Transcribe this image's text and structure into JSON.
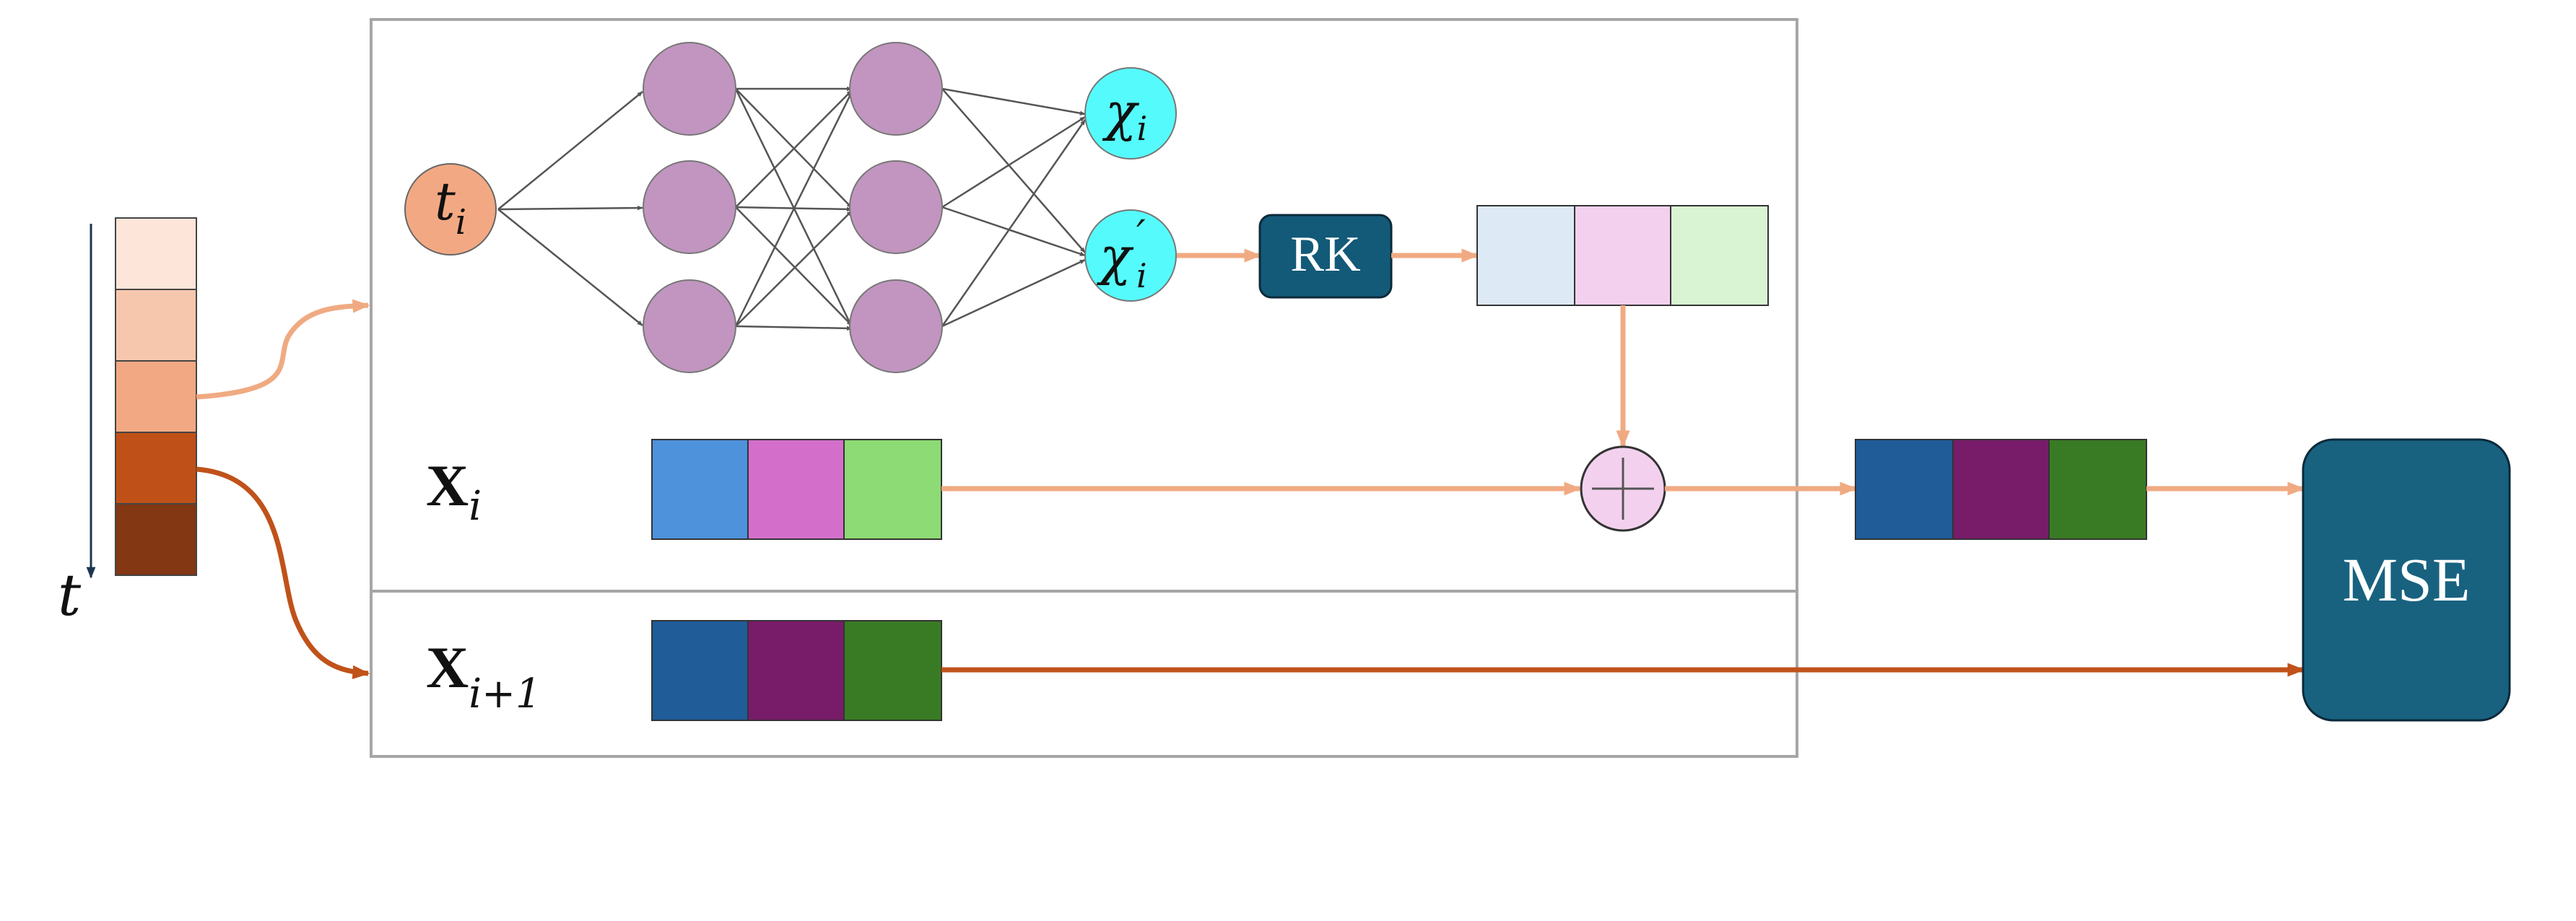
{
  "axis": {
    "label": "t"
  },
  "nodes": {
    "input": {
      "base": "t",
      "sub": "i"
    },
    "output_chi": {
      "base": "χ",
      "sub": "i"
    },
    "output_chi_prime": {
      "base": "χ",
      "prime": "′",
      "sub": "i"
    }
  },
  "rk_block": {
    "label": "RK"
  },
  "rows": {
    "x_i": {
      "base": "X",
      "sub": "i"
    },
    "x_i_plus_1": {
      "base": "X",
      "sub": "i+1"
    }
  },
  "mse_block": {
    "label": "MSE"
  },
  "colors": {
    "time_strip": [
      "#fde5d9",
      "#f7c7ad",
      "#f2a983",
      "#bf5118",
      "#833713"
    ],
    "input_node": "#f2a983",
    "hidden_node": "#c195c0",
    "output_node": "#55fbfc",
    "rk_block": "#135a78",
    "mse_block": "#186280",
    "delta_vector": [
      "#dde9f5",
      "#f3d1ee",
      "#d9f4d3"
    ],
    "x_i_vector": [
      "#4e92db",
      "#d36fcb",
      "#8cdb74"
    ],
    "x_i_plus_1_vector": [
      "#1f5c98",
      "#781c6a",
      "#397b25"
    ],
    "light_arrow": "#f0aa82",
    "dark_arrow": "#c0521a",
    "sum_node": "#f3d1ee"
  }
}
